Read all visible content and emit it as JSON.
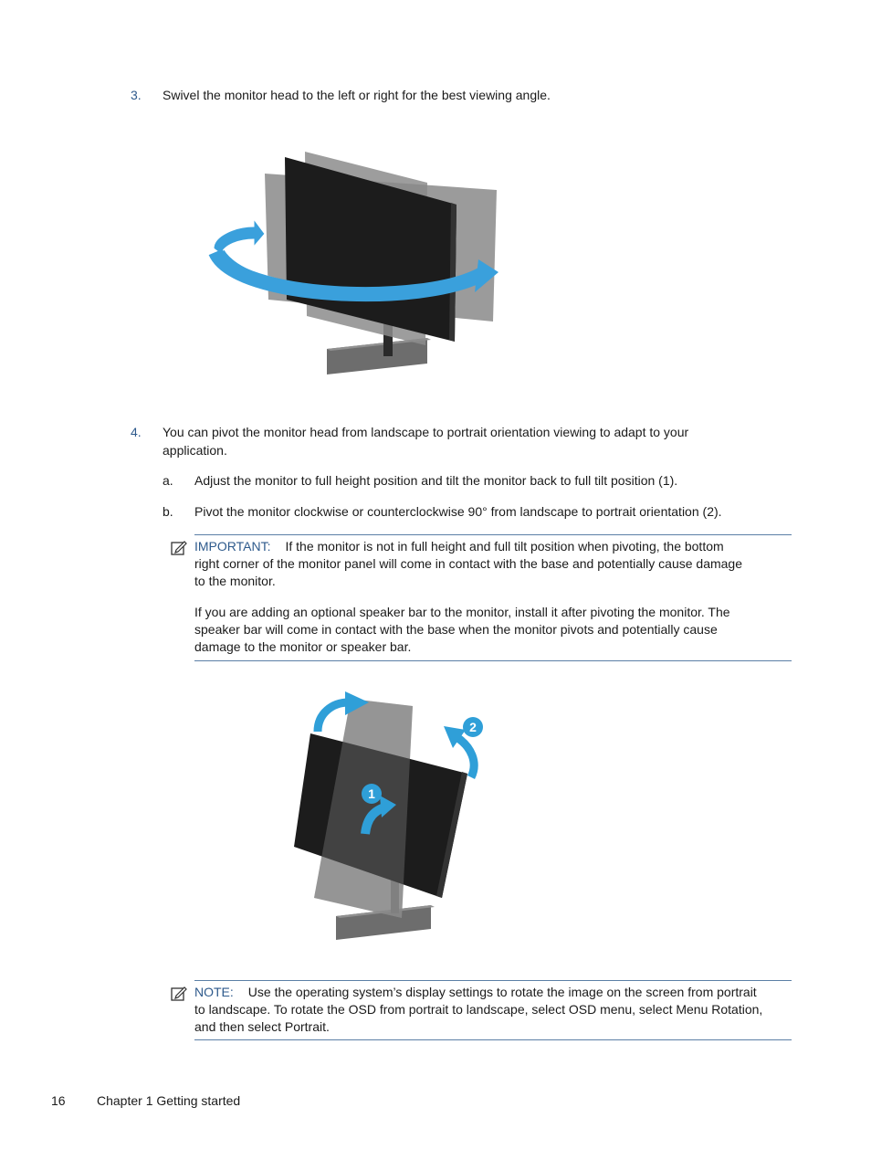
{
  "step3": {
    "number": "3.",
    "text": "Swivel the monitor head to the left or right for the best viewing angle."
  },
  "step4": {
    "number": "4.",
    "line1": "You can pivot the monitor head from landscape to portrait orientation viewing to adapt to your",
    "line2": "application."
  },
  "substeps": [
    {
      "letter": "a.",
      "text": "Adjust the monitor to full height position and tilt the monitor back to full tilt position ",
      "ref": "(1)",
      "end": "."
    },
    {
      "letter": "b.",
      "text": "Pivot the monitor clockwise or counterclockwise 90° from landscape to portrait orientation ",
      "ref": "(2)",
      "end": "."
    }
  ],
  "important": {
    "label": "IMPORTANT:",
    "p1_line1": "If the monitor is not in full height and full tilt position when pivoting, the bottom",
    "p1_line2": "right corner of the monitor panel will come in contact with the base and potentially cause damage",
    "p1_line3": "to the monitor.",
    "p2_line1": "If you are adding an optional speaker bar to the monitor, install it after pivoting the monitor. The",
    "p2_line2": "speaker bar will come in contact with the base when the monitor pivots and potentially cause",
    "p2_line3": "damage to the monitor or speaker bar."
  },
  "note": {
    "label": "NOTE:",
    "line1": "Use the operating system’s display settings to rotate the image on the screen from portrait",
    "line2_a": "to landscape. To rotate the OSD from portrait to landscape, select ",
    "osd_menu": "OSD menu",
    "line2_b": ", select ",
    "menu_rotation": "Menu Rotation",
    "line2_c": ",",
    "line3_a": "and then select ",
    "portrait": "Portrait",
    "line3_b": "."
  },
  "figure2": {
    "callout1": "1",
    "callout2": "2"
  },
  "footer": {
    "page_number": "16",
    "chapter": "Chapter 1  Getting started"
  },
  "colors": {
    "accent": "#2e5a8c",
    "arrow_blue": "#1d9ad6",
    "panel_dark": "#1a1a1a",
    "panel_gray": "#8a8a8a"
  }
}
